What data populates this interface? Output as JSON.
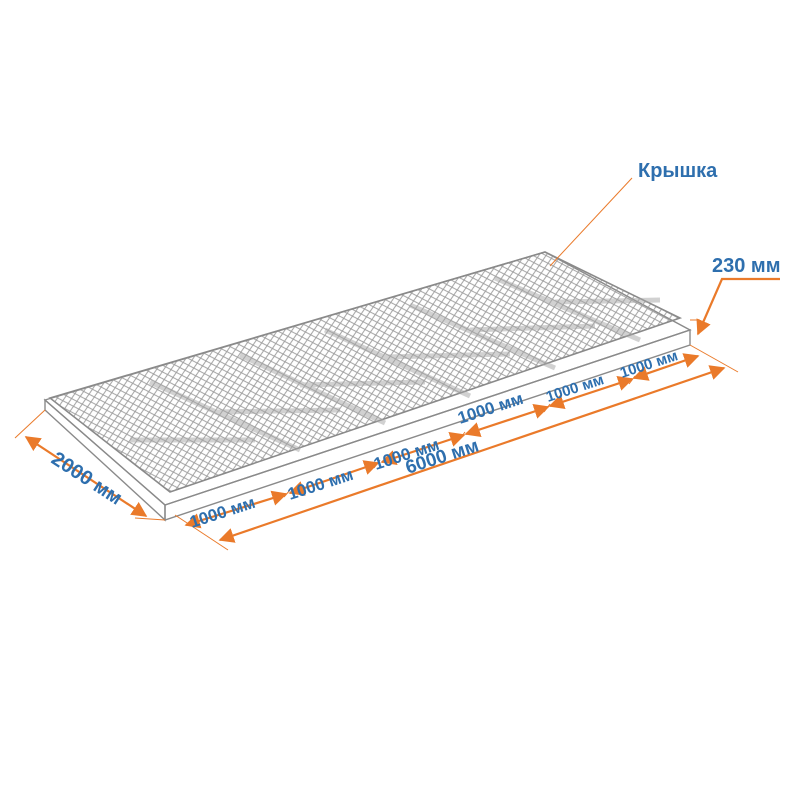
{
  "labels": {
    "lid": "Крышка",
    "height": "230 мм",
    "width": "2000 мм",
    "length": "6000 мм",
    "sections": [
      "1000 мм",
      "1000 мм",
      "1000 мм",
      "1000 мм",
      "1000 мм",
      "1000 мм"
    ]
  },
  "colors": {
    "dimension_line": "#ea7a2a",
    "label_text": "#2e6fae",
    "mesh": "#9a9a9a"
  }
}
